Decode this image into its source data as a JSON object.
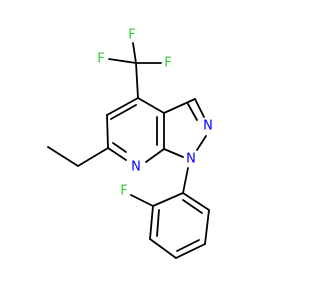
{
  "molecule": {
    "colors": {
      "bond": "#000000",
      "nitrogen": "#0000ff",
      "fluorine": "#33cc33",
      "background": "#ffffff"
    },
    "atoms": {
      "F_top_left": "F",
      "F_top_center": "F",
      "F_top_right": "F",
      "N_pyrazole_2": "N",
      "N_pyrazole_1": "N",
      "N_pyridine": "N",
      "F_phenyl": "F"
    }
  }
}
